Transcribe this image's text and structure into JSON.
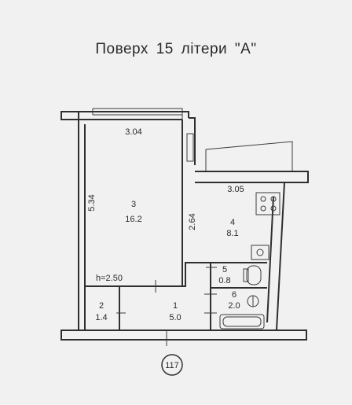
{
  "title": "Поверх  15  літери \"А\"",
  "rooms": [
    {
      "number": "3",
      "area": "16.2"
    },
    {
      "number": "4",
      "area": "8.1"
    },
    {
      "number": "1",
      "area": "5.0"
    },
    {
      "number": "2",
      "area": "1.4"
    },
    {
      "number": "5",
      "area": "0.8"
    },
    {
      "number": "6",
      "area": "2.0"
    }
  ],
  "dimensions": {
    "room3_width": "3.04",
    "room3_length": "5.34",
    "kitchen_width": "3.05",
    "kitchen_length": "2.64",
    "ceiling_height": "h=2.50"
  },
  "stamp_number": "117"
}
